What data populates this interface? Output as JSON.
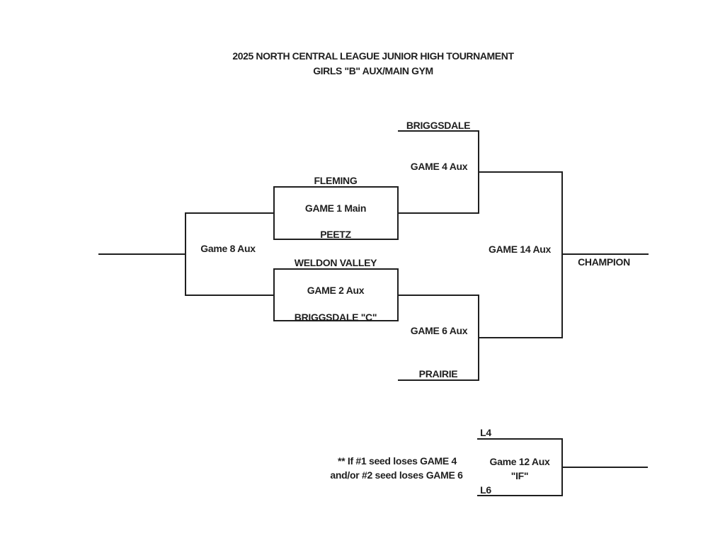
{
  "title": "2025 NORTH CENTRAL LEAGUE JUNIOR HIGH TOURNAMENT",
  "subtitle": "GIRLS \"B\" AUX/MAIN GYM",
  "games": {
    "game1": {
      "label": "GAME 1 Main",
      "top_team": "FLEMING",
      "bottom_team": "PEETZ"
    },
    "game2": {
      "label": "GAME 2 Aux",
      "top_team": "WELDON VALLEY",
      "bottom_team": "BRIGGSDALE \"C\""
    },
    "game4": {
      "label": "GAME 4 Aux",
      "top_team": "BRIGGSDALE"
    },
    "game6": {
      "label": "GAME 6 Aux",
      "bottom_team": "PRAIRIE"
    },
    "game8": {
      "label": "Game 8 Aux"
    },
    "game12": {
      "label": "Game 12 Aux",
      "sublabel": "\"IF\"",
      "top_seed": "L4",
      "bottom_seed": "L6"
    },
    "game14": {
      "label": "GAME 14 Aux"
    }
  },
  "champion_label": "CHAMPION",
  "note": {
    "line1": "** If #1 seed loses GAME 4",
    "line2": "and/or #2 seed loses GAME 6"
  },
  "colors": {
    "line": "#1f1f1f",
    "text": "#1f1f1f",
    "background": "#ffffff"
  }
}
